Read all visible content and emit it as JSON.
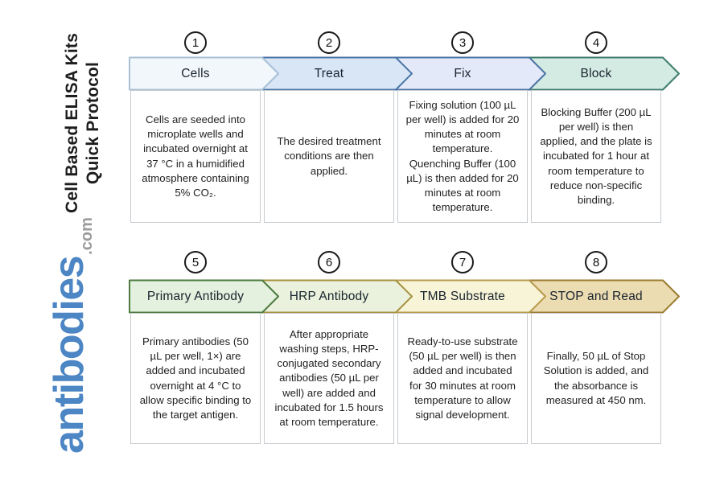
{
  "sidebar": {
    "title_line1": "Cell Based ELISA Kits",
    "title_line2": "Quick Protocol",
    "logo_text": "antibodies",
    "logo_suffix": ".com",
    "logo_color": "#4d86c4",
    "logo_suffix_color": "#9b9b9b"
  },
  "steps": [
    {
      "number": "1",
      "label": "Cells",
      "fill": "#f2f7fb",
      "border": "#a8c0d6",
      "description": "Cells are seeded into microplate wells and incubated overnight at 37 °C in a humidified atmosphere containing 5% CO₂."
    },
    {
      "number": "2",
      "label": "Treat",
      "fill": "#d9e6f6",
      "border": "#4b74a6",
      "description": "The desired treatment conditions are then applied."
    },
    {
      "number": "3",
      "label": "Fix",
      "fill": "#e3e9f8",
      "border": "#4b74a6",
      "description": "Fixing solution (100 µL per well) is added for 20 minutes at room temperature. Quenching Buffer (100 µL) is then added for 20 minutes at room temperature."
    },
    {
      "number": "4",
      "label": "Block",
      "fill": "#d4ebe3",
      "border": "#3f7e6d",
      "description": "Blocking Buffer (200 µL per well) is then applied, and the plate is incubated for 1 hour at room temperature to reduce non-specific binding."
    },
    {
      "number": "5",
      "label": "Primary Antibody",
      "fill": "#e4f1df",
      "border": "#4d7a3f",
      "description": "Primary antibodies (50 µL per well, 1×) are added and incubated overnight at 4 °C to allow specific binding to the target antigen."
    },
    {
      "number": "6",
      "label": "HRP Antibody",
      "fill": "#eaf2dd",
      "border": "#a6913f",
      "description": "After appropriate washing steps, HRP-conjugated secondary antibodies (50 µL per well) are added and incubated for 1.5 hours at room temperature."
    },
    {
      "number": "7",
      "label": "TMB Substrate",
      "fill": "#f8f4d7",
      "border": "#b79a4d",
      "description": "Ready-to-use substrate (50 µL per well) is then added and incubated for 30 minutes at room temperature to allow signal development."
    },
    {
      "number": "8",
      "label": "STOP and Read",
      "fill": "#ecdcb2",
      "border": "#9c7c31",
      "description": "Finally, 50 µL of Stop Solution is added, and the absorbance is measured at 450 nm."
    }
  ]
}
